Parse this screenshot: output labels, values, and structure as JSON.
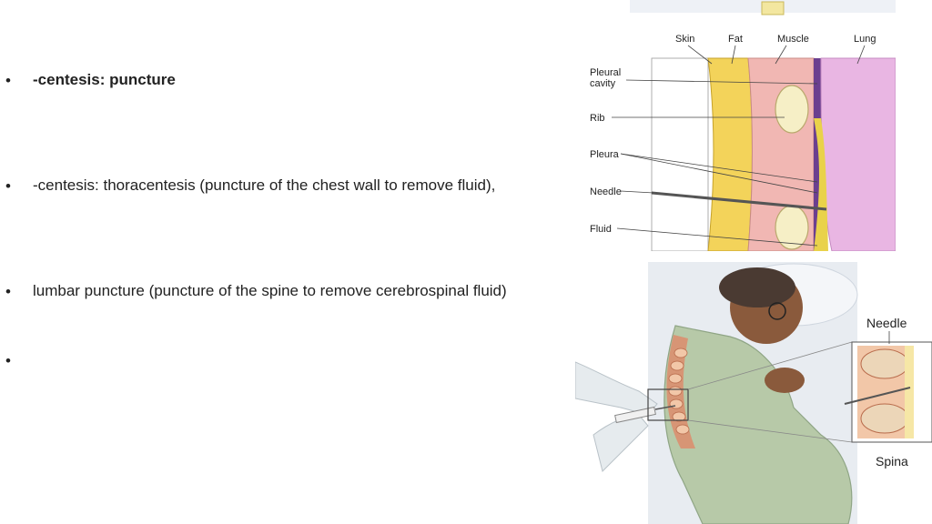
{
  "bullets": [
    {
      "text": "-centesis: puncture",
      "bold": true
    },
    {
      "text": "-centesis: thoracentesis (puncture of the chest wall to remove fluid),",
      "bold": false
    },
    {
      "text": " lumbar puncture (puncture of the spine to remove cerebrospinal fluid)",
      "bold": false
    },
    {
      "text": "",
      "bold": false
    }
  ],
  "bullet_glyph": "•",
  "figure_thoracentesis": {
    "labels": {
      "skin": "Skin",
      "fat": "Fat",
      "muscle": "Muscle",
      "lung": "Lung",
      "pleural": "Pleural",
      "cavity": "cavity",
      "rib": "Rib",
      "pleura": "Pleura",
      "needle": "Needle",
      "fluid": "Fluid"
    },
    "colors": {
      "fat": "#f3d35a",
      "muscle": "#f1b7b3",
      "lung": "#e9b6e3",
      "rib": "#f6efc6"
    }
  },
  "figure_lumbar": {
    "labels": {
      "needle": "Needle",
      "spinal": "Spina"
    },
    "colors": {
      "gown": "#b7c9a8",
      "skin": "#8a5a3c",
      "spine": "#e5a07a"
    }
  }
}
